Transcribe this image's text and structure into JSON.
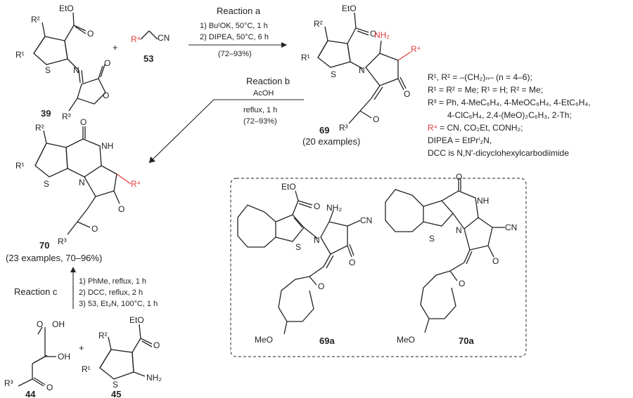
{
  "reaction_a": {
    "title": "Reaction a",
    "step1": "1) BuᵗOK, 50°C, 1 h",
    "step2": "2) DIPEA, 50°C, 6 h",
    "yield": "(72–93%)"
  },
  "reaction_b": {
    "title": "Reaction b",
    "reagent": "AcOH",
    "cond": "reflux, 1 h",
    "yield": "(72–93%)"
  },
  "reaction_c": {
    "title": "Reaction c",
    "step1": "1) PhMe, reflux, 1 h",
    "step2": "2) DCC, reflux, 2 h",
    "step3": "3) 53, Et₃N, 100°C, 1 h"
  },
  "compounds": {
    "c39": "39",
    "c53": "53",
    "c69": "69",
    "c69_note": "(20 examples)",
    "c70": "70",
    "c70_note": "(23 examples, 70–96%)",
    "c44": "44",
    "c45": "45",
    "c69a": "69a",
    "c70a": "70a"
  },
  "legend": {
    "line1": "R¹, R² = –(CH₂)ₙ– (n = 4–6);",
    "line2": "R¹ = R² = Me; R¹ = H; R² = Me;",
    "line3": "R³ = Ph, 4-MeC₆H₄, 4-MeOC₆H₄, 4-EtC₆H₄,",
    "line4": "4-ClC₆H₄, 2,4-(MeO)₂C₆H₃, 2-Th;",
    "line5_label": "R⁴",
    "line5_rest": " = CN, CO₂Et, CONH₂;",
    "line6": "DIPEA = EtPrⁱ₂N,",
    "line7": "DCC is N,N'-dicyclohexylcarbodiimide"
  },
  "atoms": {
    "EtO": "EtO",
    "O": "O",
    "N": "N",
    "S": "S",
    "NH": "NH",
    "NH2": "NH₂",
    "CN": "CN",
    "OH": "OH",
    "MeO": "MeO",
    "R1": "R¹",
    "R2": "R²",
    "R3": "R³",
    "R4": "R⁴",
    "plus": "+"
  },
  "colors": {
    "highlight": "#e23c3c",
    "ink": "#222222"
  }
}
